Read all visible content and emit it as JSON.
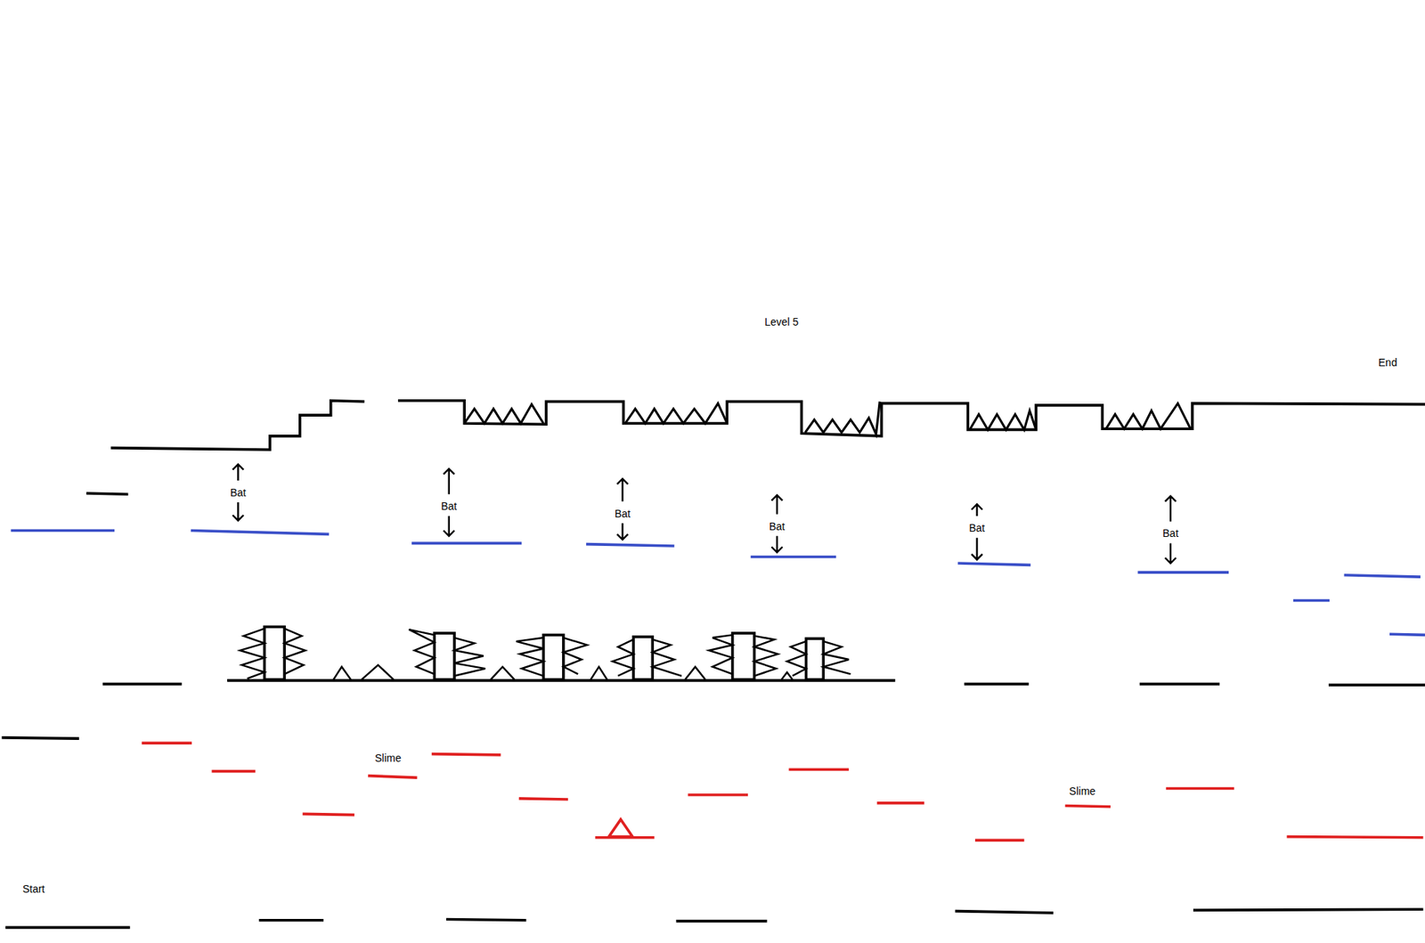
{
  "diagram": {
    "title": "Level 5",
    "labels": [
      "End",
      "Bat",
      "Bat",
      "Bat",
      "Bat",
      "Bat",
      "Bat",
      "Slime",
      "Slime",
      "Start"
    ]
  }
}
